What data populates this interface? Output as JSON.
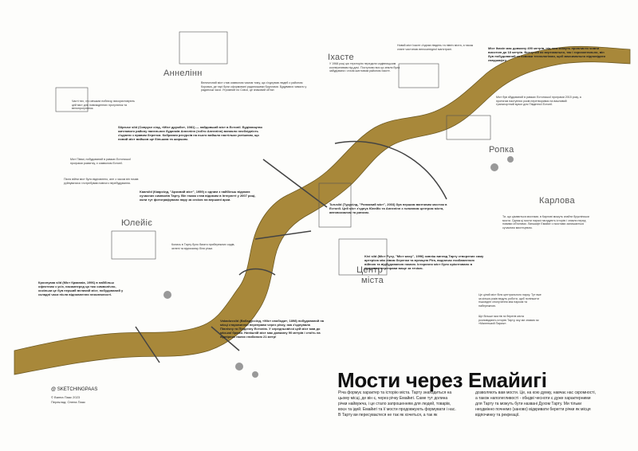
{
  "districts": {
    "annelinn": "Аннелінн",
    "ihaste": "Іхасте",
    "ropka": "Ропка",
    "karlova": "Карлова",
    "yuleyiye": "Юлейіє",
    "center_line1": "Центр",
    "center_line2": "міста"
  },
  "title": "Мости через Емайигі",
  "intro_left": "Річа формує характер та історію міста. Тарту знаходиться на цьому місці, де він є, через річку Емайигі. Саме тут долина річки найвужча, і це стало запрошенням для людей, товарів, воєн та ідей. Емайигі та її мости продовжують формувати і нас. В Тарту ви пересуваєтеся не так як хочеться, а так як",
  "intro_right": "дозволяють вам мости. Це, на кою думку, навчає нас скромності, а також наполегливості - обидві чесноти є дуже характерними для Тарту та можуть бути названі Духом Тарту. Ми тільки неодмінно почнемо (заново) відкривати берегти річки як місця відпочинку та рекреації.",
  "notes": {
    "soprus": "Sõpruse sild (Сипрусе сілд, «Міст дружби», 1981) — найдовший міст в Естонії. Будівництво житлового району панельних будинків Аннелінн (тобто Аннелінн) виникло необхідність з'єднати з правим берегом. Кобрания ресурсів на нього вийшло настільки успішним, що новий міст вийшов ще більшим та ширшим.",
    "soprus_side": "Величезний міст став символом чимом тому, що з'єднував людей з районом Коровка, де тарі були сформовані радянськими бруслами. Будувався чимало у радянські часи. Утромний по Союзі, це знаковий об'єкт.",
    "kaarsild": "Kaarsild (Каарсілд, \"Арковий міст\", 1959) є одним з найбільш відомих сучасних символів Тарту. Він також став відомим в Інтернеті у 2007 році, коли тут фотографували пару за сесією на вершині арки.",
    "turusild": "Turusild (Турусілд, \"Ринковий міст\", 2003) був першим вантовим мостом в Естонії. Цей міст з'єднує Юлейіє та Аннелінн з головним центром міста, автовокзалом та ринком.",
    "kroonuaia": "Кроонуаяа sild (Міст Краанаіа, 1996) в найбільш офектним з усіх, насамперед ця тож символічно, оскільки це був перший великий міст, побудований у складні часи після відновлення незалежності.",
    "vabadussild": "Vabadussild (Вабадуссілд, «Міст свободи», 1898) побудований на місці старовинної переправи через річку, яка з'єднувала Північну та Південну Естонію. У середньовіччі цей міст мав до міської брами. Нинішній міст має довжину 90 метрів і стоїть на підпірних палях глибиною 21 метр!",
    "kvvaste": "Kivi sild (Міст Руху, \"Міст жаху\", 1996) зовніш вигляд Тарту створених саму артерією між лівим берегом та вулицею Ріга, водночас позбавленою війною та відбудованою номою. Історично міст було орієнтовано в напрямку переправи вище за течією.",
    "ihaste_note": "У 1968 році цю територію передали садівницьким кооперативам під дачі. Поступово вся ця земля була забудована і стала житловим районом Іхасте.",
    "ihaste_bridge": "Новий міст Іхасте з'єднає південь та північ міста, а також стане частиною велосипедної магістралі.",
    "ropka_bridge": "Міст Ihaste має довжину 490 метрів, під ним можуть проплисти човни висотою до 18 метрів. Вигнутий як вертикально, так і горизонтально, він був побудований за новими технологіями, щоб максимально відповідати ландшафту.",
    "ropka_small": "Міст був збудований в рамках Естонської програми 2015 року, а протягом наступних років перетворився на важливий транспортний вузол для Південної Естонії.",
    "karlova_note": "Ти, що цікавиться мостами, в Карлові можуть знайти бруклінськи мости. Однак ці мости наразі нагадують історію і зникли перед новими об'єктами. Ланшафт Емайигі з мостами залишається сучасним мистецтвом.",
    "vabadus_small": "Колись в Тарту було багато прибережних садів, зелені та відпочинку біля річки.",
    "bottom_note": "Це цілий міст біля центрального парку. Тут вже за кілька років ведуть роботи, щоб поліпшити пішохідне сполучення між парком та набережною.",
    "bottom_note2": "Ще більше мостів та берегів міста розповідають історію Тарту, яку ми знаємо як «Маленький Париж».",
    "annelinn_small": "Часті тих, хто мешкає поблизу, використовують цей міст для повсякденних прогулянок та велопрогулянок.",
    "left_small": "Міст Піюмі, побудований в рамках Естонської програми розвитку, є символом Естонії.",
    "left_small2": "Після війни міст було відновлено, але з часом він почав руйнуватися і потребував повного перебудування."
  },
  "credit": {
    "handle": "@ SKETCHINGPAAS",
    "author": "© Ванна Паас 2023",
    "translator": "Переклад: Олена Паас"
  },
  "colors": {
    "river": "#a8883a",
    "river_dark": "#8c6f28",
    "ink": "#222222",
    "paper": "#fdfdfb"
  }
}
